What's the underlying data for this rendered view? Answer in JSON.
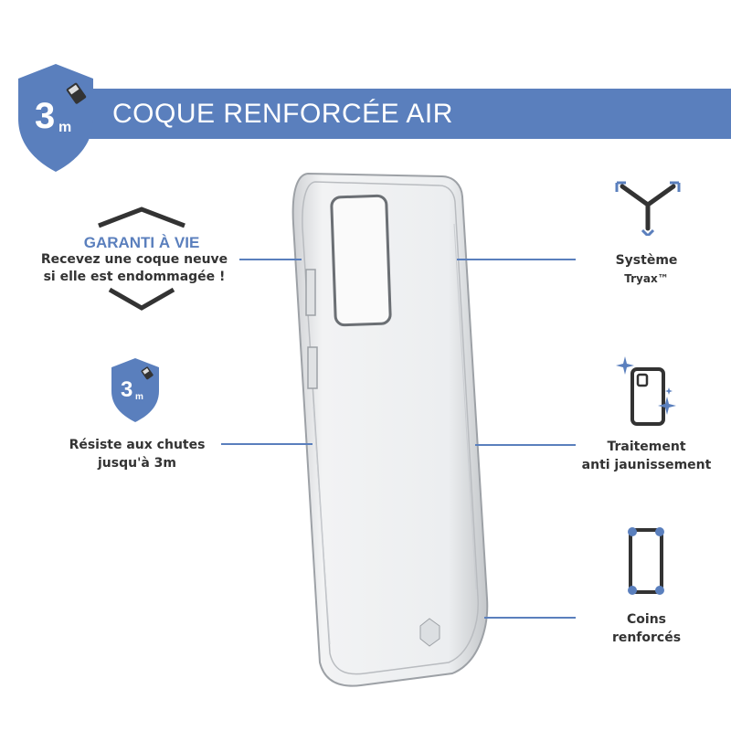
{
  "header": {
    "title": "COQUE RENFORCÉE AIR",
    "badge_number": "3",
    "badge_unit": "m"
  },
  "guarantee": {
    "title": "GARANTI À VIE",
    "line1": "Recevez une coque neuve",
    "line2": "si elle est endommagée !"
  },
  "drop": {
    "badge_number": "3",
    "badge_unit": "m",
    "line1": "Résiste aux chutes",
    "line2": "jusqu'à 3m"
  },
  "tryax": {
    "line1": "Système",
    "line2": "Tryax™"
  },
  "yellowing": {
    "line1": "Traitement",
    "line2": "anti jaunissement"
  },
  "corners": {
    "line1": "Coins",
    "line2": "renforcés"
  },
  "colors": {
    "accent": "#5a7fbd",
    "text": "#333333"
  }
}
